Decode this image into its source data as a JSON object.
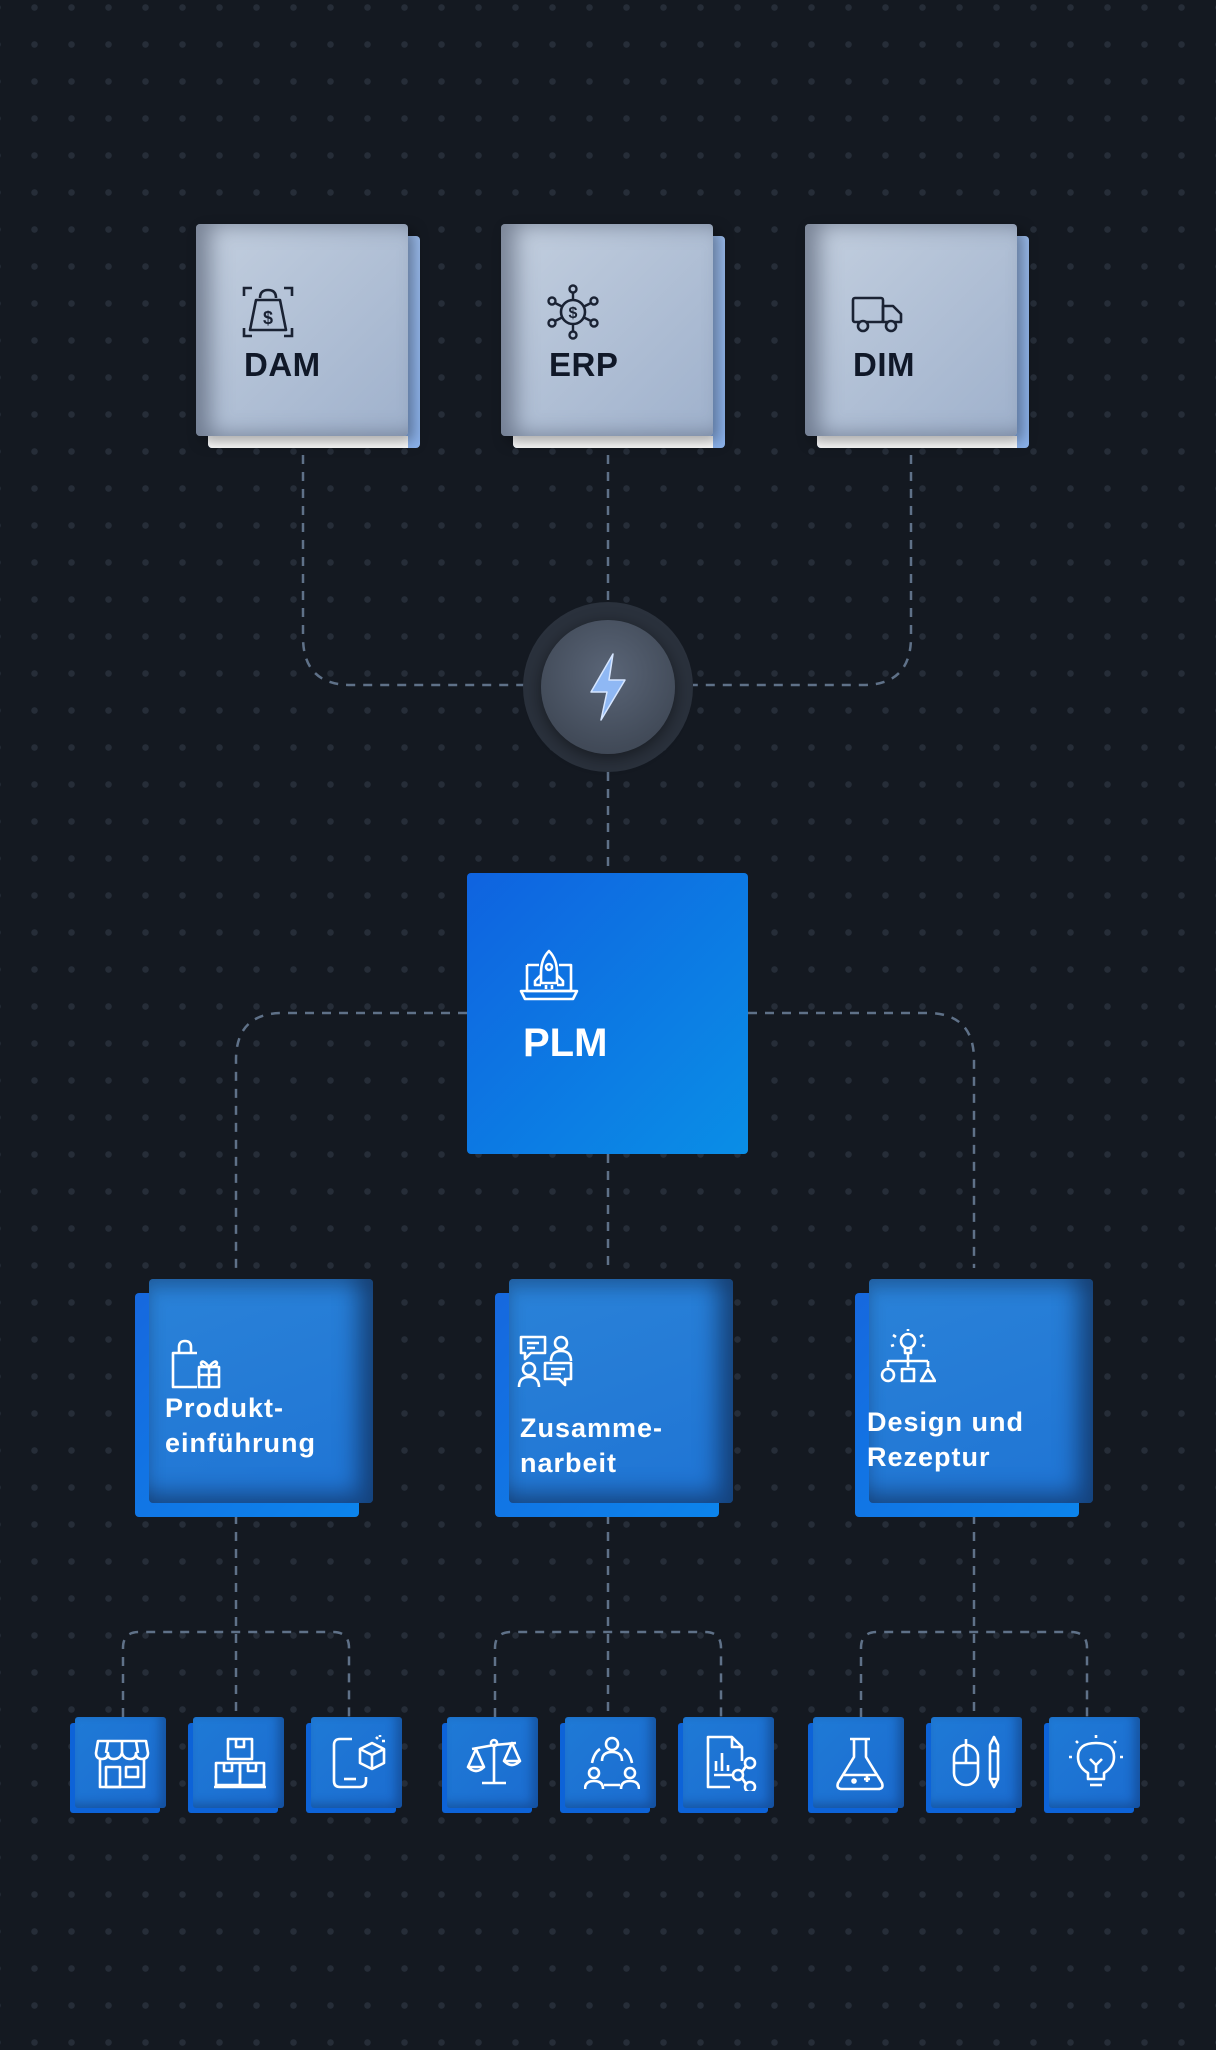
{
  "hub": {
    "icon": "lightning-bolt-icon"
  },
  "top_systems": [
    {
      "label": "DAM",
      "icon": "money-bag-icon"
    },
    {
      "label": "ERP",
      "icon": "dollar-network-icon"
    },
    {
      "label": "DIM",
      "icon": "truck-icon"
    }
  ],
  "plm": {
    "label": "PLM",
    "icon": "laptop-rocket-icon"
  },
  "modules": [
    {
      "label_lines": [
        "Produkt-",
        "einführung"
      ],
      "icon": "shopping-bag-gift-icon"
    },
    {
      "label_lines": [
        "Zusamme-",
        "narbeit"
      ],
      "icon": "people-chat-icon"
    },
    {
      "label_lines": [
        "Design und",
        "Rezeptur"
      ],
      "icon": "idea-shapes-icon"
    }
  ],
  "sub_icons": [
    "storefront-icon",
    "boxes-icon",
    "phone-package-icon",
    "scales-icon",
    "team-cycle-icon",
    "document-share-icon",
    "flask-icon",
    "mouse-pen-icon",
    "lightbulb-icon"
  ],
  "colors": {
    "background": "#141921",
    "accent_blue": "#0f63e0",
    "connector": "#5f7188"
  }
}
